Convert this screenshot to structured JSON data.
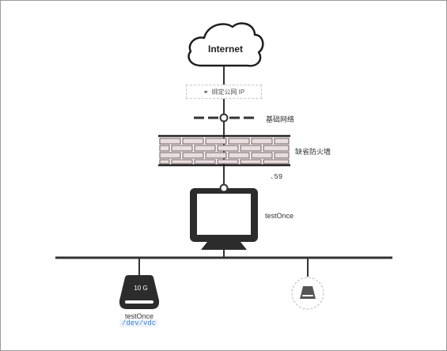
{
  "cloud": {
    "label": "Internet"
  },
  "bind_ip": {
    "label": "绑定公网 IP",
    "icon": "link-icon"
  },
  "network": {
    "label": "基础网络"
  },
  "firewall": {
    "label": "缺省防火墙"
  },
  "ip_suffix": ".59",
  "instance": {
    "name": "testOnce"
  },
  "disk": {
    "size": "10 G",
    "name": "testOnce",
    "path": "/dev/vdc"
  },
  "colors": {
    "line": "#333333",
    "brick_fill": "#e9dedf",
    "brick_stroke": "#6e5c5e",
    "device": "#2c2c2c",
    "link": "#3a7bd5"
  }
}
